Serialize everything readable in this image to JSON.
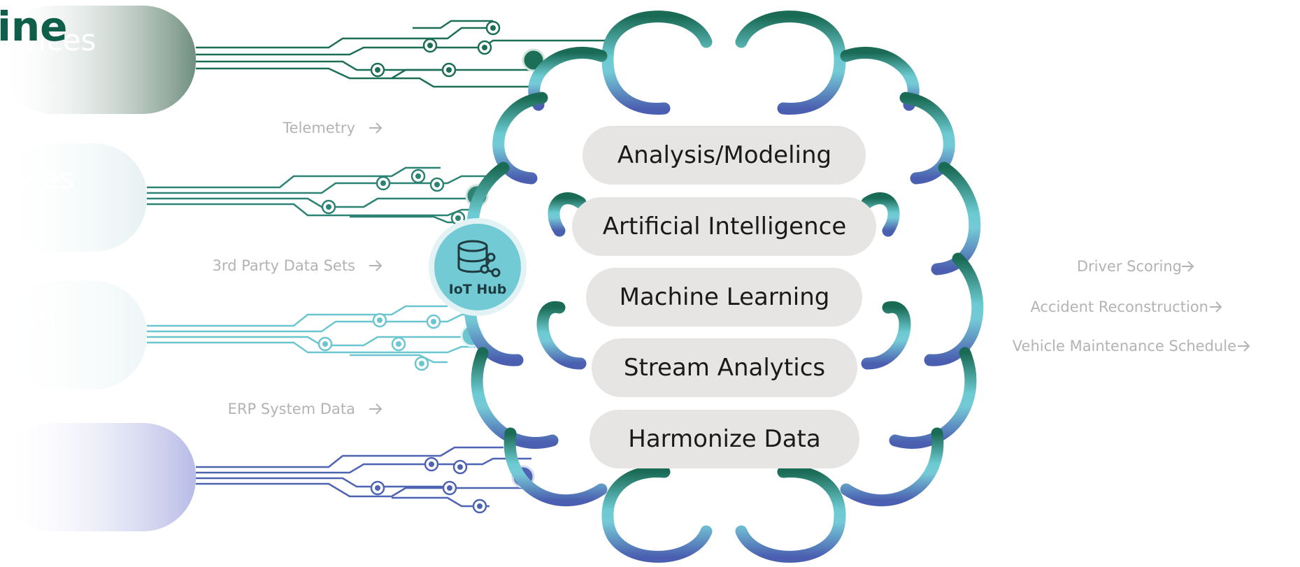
{
  "title": "ine",
  "sources": [
    {
      "label": "vices",
      "color": "#6f8f7f"
    },
    {
      "label": "vices",
      "color": "#e8f2f3"
    },
    {
      "label": "m",
      "color": "#eef6f7"
    },
    {
      "label": "",
      "color": "#b9bce6"
    }
  ],
  "inputs": [
    {
      "label": "Telemetry"
    },
    {
      "label": "3rd Party Data Sets"
    },
    {
      "label": "ERP System Data"
    }
  ],
  "hub": {
    "label": "IoT Hub",
    "icon": "database-share-icon"
  },
  "layers": [
    {
      "label": "Analysis/Modeling"
    },
    {
      "label": "Artificial Intelligence"
    },
    {
      "label": "Machine Learning"
    },
    {
      "label": "Stream Analytics"
    },
    {
      "label": "Harmonize Data"
    }
  ],
  "outputs": [
    {
      "label": "Driver Scoring"
    },
    {
      "label": "Accident Reconstruction"
    },
    {
      "label": "Vehicle Maintenance Schedule"
    }
  ],
  "colors": {
    "green": "#1d6e57",
    "teal": "#5cc0c8",
    "blue": "#4f63b3",
    "pill": "#e6e5e4",
    "arrow": "#b3b3b3"
  }
}
